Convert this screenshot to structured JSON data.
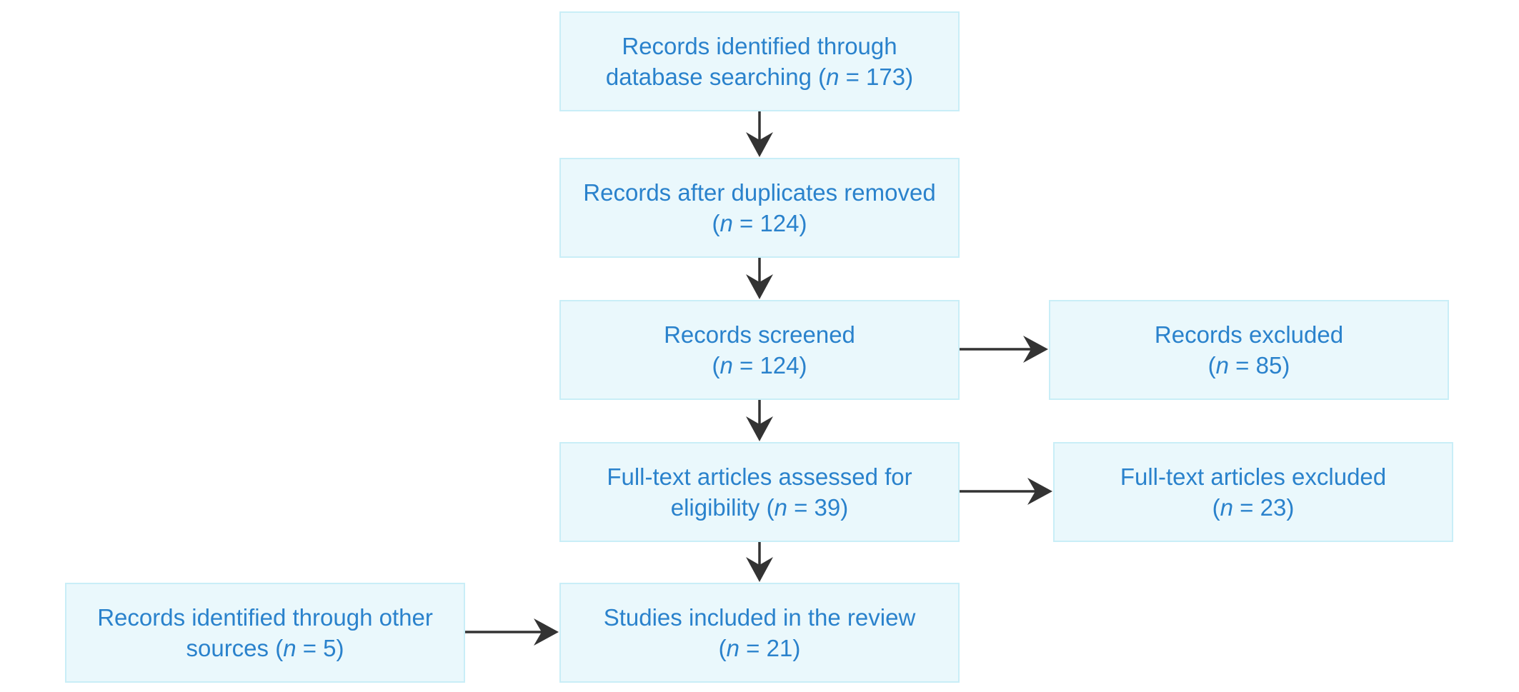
{
  "colors": {
    "box_fill": "#eaf8fc",
    "box_border": "#c9eef7",
    "text": "#2a82cc",
    "arrow": "#333333"
  },
  "boxes": {
    "identified_db": {
      "line1": "Records identified through",
      "line2_pre": "database searching  (",
      "n_sym": "n",
      "line2_post": " = 173)"
    },
    "after_duplicates": {
      "line1": "Records after duplicates removed",
      "line2_pre": "(",
      "n_sym": "n",
      "line2_post": " = 124)"
    },
    "screened": {
      "line1": "Records screened",
      "line2_pre": "(",
      "n_sym": "n",
      "line2_post": " = 124)"
    },
    "excluded": {
      "line1": "Records excluded",
      "line2_pre": "(",
      "n_sym": "n",
      "line2_post": " = 85)"
    },
    "fulltext_assessed": {
      "line1": "Full-text articles assessed for",
      "line2_pre": "eligibility (",
      "n_sym": "n",
      "line2_post": " = 39)"
    },
    "fulltext_excluded": {
      "line1": "Full-text articles excluded",
      "line2_pre": "(",
      "n_sym": "n",
      "line2_post": " = 23)"
    },
    "included": {
      "line1": "Studies included in the review",
      "line2_pre": "(",
      "n_sym": "n",
      "line2_post": " = 21)"
    },
    "other_sources": {
      "line1": "Records identified through other",
      "line2_pre": "sources (",
      "n_sym": "n",
      "line2_post": " = 5)"
    }
  }
}
